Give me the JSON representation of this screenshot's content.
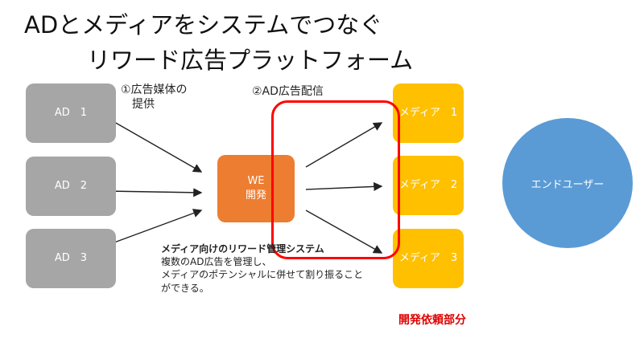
{
  "title": {
    "line1": "ADとメディアをシステムでつなぐ",
    "line2": "リワード広告プラットフォーム"
  },
  "ads": [
    {
      "label": "AD　1"
    },
    {
      "label": "AD　2"
    },
    {
      "label": "AD　3"
    }
  ],
  "we": {
    "line1": "WE",
    "line2": "開発"
  },
  "media": [
    {
      "label": "メディア　1"
    },
    {
      "label": "メディア　2"
    },
    {
      "label": "メディア　3"
    }
  ],
  "end_user": "エンドユーザー",
  "steps": {
    "step1_line1": "①広告媒体の",
    "step1_line2": "提供",
    "step2": "②AD広告配信"
  },
  "note": {
    "heading": "メディア向けのリワード管理システム",
    "line1": "複数のAD広告を管理し、",
    "line2": "メディアのポテンシャルに併せて割り振ること",
    "line3": "ができる。"
  },
  "dev_part": "開発依頼部分",
  "colors": {
    "ad": "#a6a6a6",
    "we": "#ed7d31",
    "media": "#ffc000",
    "user": "#5b9bd5",
    "highlight": "#ff0000"
  }
}
